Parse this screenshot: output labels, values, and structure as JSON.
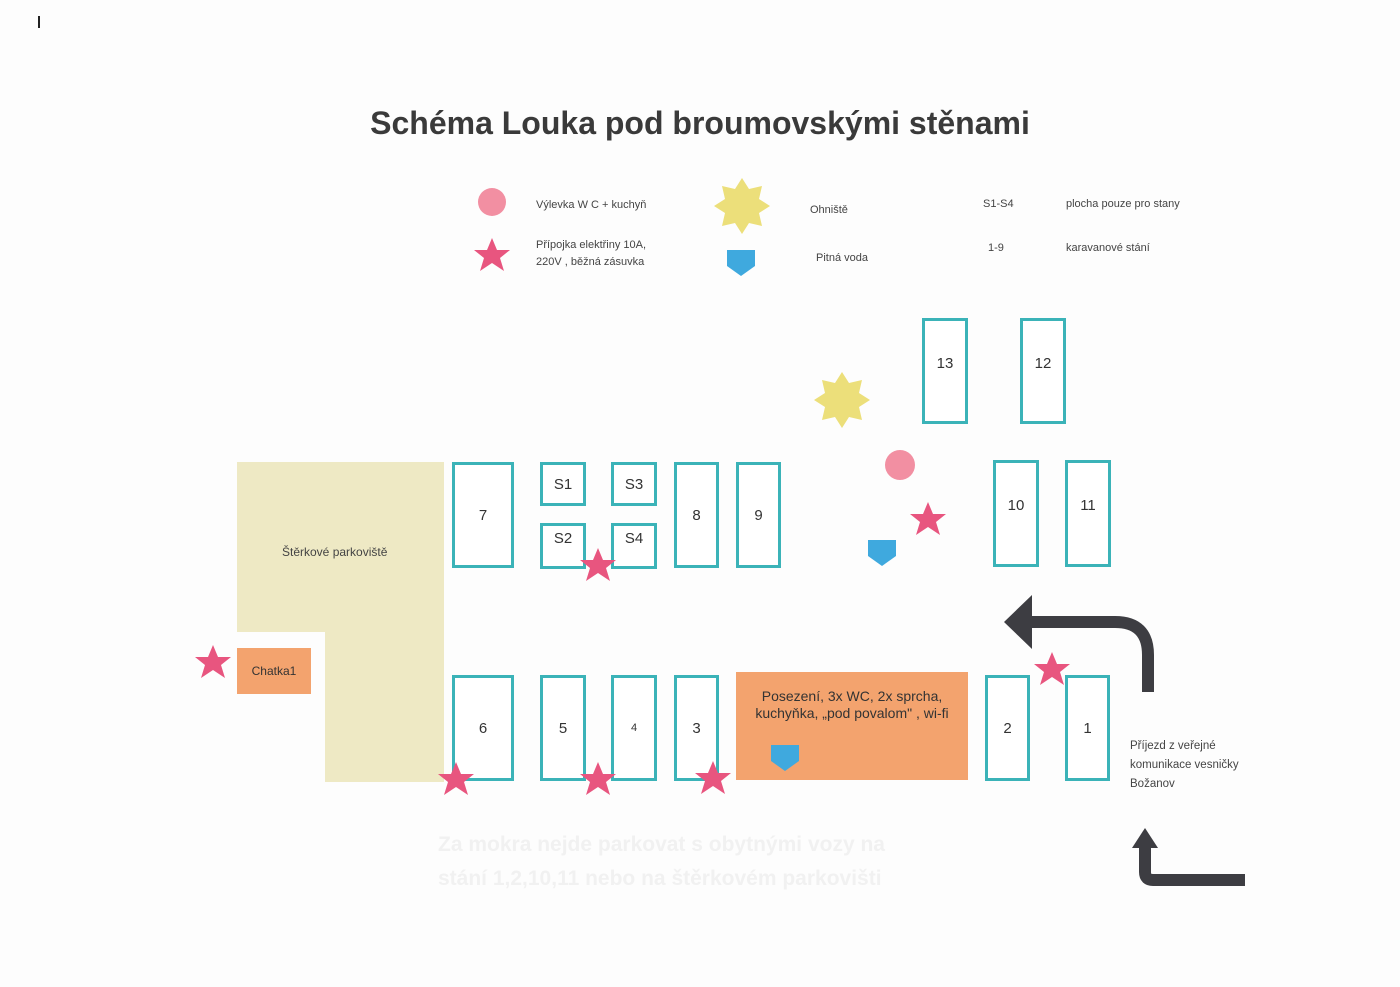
{
  "title": "Schéma  Louka pod broumovskými  stěnami",
  "legend": {
    "wc": "Výlevka  W C + kuchyň",
    "electricity_line1": "Přípojka elektřiny 10A,",
    "electricity_line2": "220V , běžná zásuvka",
    "fire": "Ohniště",
    "water": "Pitná  voda",
    "tents_code": "S1-S4",
    "tents_desc": "plocha  pouze  pro  stany",
    "caravan_code": "1-9",
    "caravan_desc": "karavanové  stání"
  },
  "plots": {
    "p1": "1",
    "p2": "2",
    "p3": "3",
    "p4": "4",
    "p5": "5",
    "p6": "6",
    "p7": "7",
    "p8": "8",
    "p9": "9",
    "p10": "10",
    "p11": "11",
    "p12": "12",
    "p13": "13",
    "s1": "S1",
    "s2": "S2",
    "s3": "S3",
    "s4": "S4"
  },
  "parking": "Štěrkové  parkoviště",
  "cabin": "Chatka1",
  "building": "Posezení, 3x WC, 2x sprcha, kuchyňka, „pod povalom\" , wi-fi",
  "entrance": [
    "Příjezd  z  veřejné",
    "komunikace vesničky",
    "Božanov"
  ],
  "note": "Za mokra nejde parkovat s obytnými vozy na stání 1,2,10,11 nebo na štěrkovém parkovišti",
  "colors": {
    "plot_border": "#3bb3b8",
    "star": "#e8557f",
    "circle": "#f28fa2",
    "sun": "#ecdf7a",
    "water": "#3fa9de",
    "building": "#f3a36e",
    "parking": "#eee9c4",
    "arrow": "#3d3d42"
  }
}
